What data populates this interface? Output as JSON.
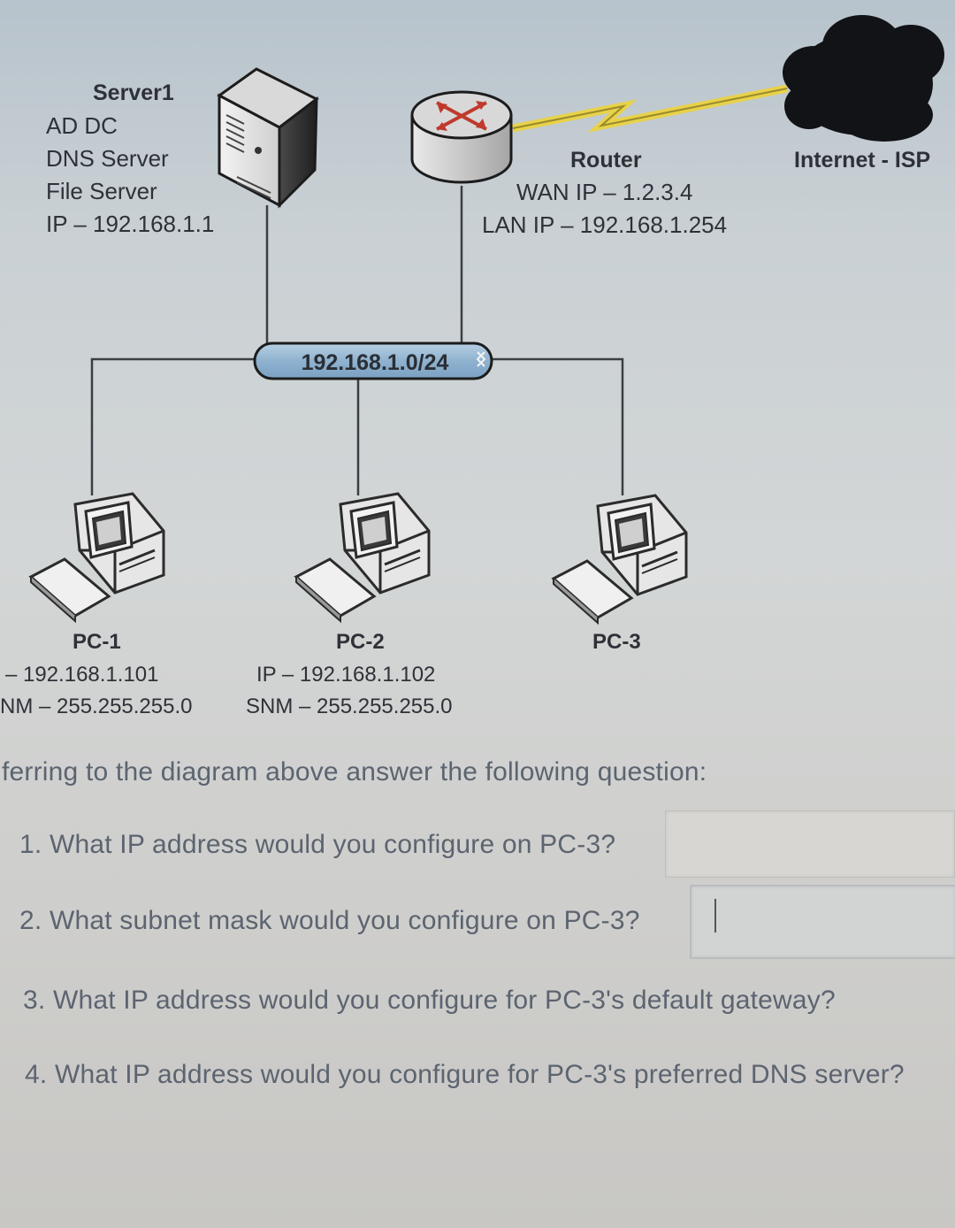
{
  "server": {
    "name": "Server1",
    "roles": [
      "AD DC",
      "DNS Server",
      "File Server"
    ],
    "ip": "IP – 192.168.1.1"
  },
  "router": {
    "name": "Router",
    "wan_ip": "WAN IP – 1.2.3.4",
    "lan_ip": "LAN IP – 192.168.1.254"
  },
  "internet": {
    "label": "Internet - ISP"
  },
  "switch": {
    "label": "192.168.1.0/24"
  },
  "pcs": [
    {
      "name": "PC-1",
      "ip": "– 192.168.1.101",
      "snm": "NM – 255.255.255.0"
    },
    {
      "name": "PC-2",
      "ip": "IP – 192.168.1.102",
      "snm": "SNM – 255.255.255.0"
    },
    {
      "name": "PC-3"
    }
  ],
  "prompt": "ferring to the diagram above answer the following question:",
  "questions": [
    "1. What IP address would you configure on PC-3?",
    "2. What subnet mask would you configure on PC-3?",
    "3. What IP address would you configure for PC-3's default gateway?",
    "4. What IP address would you configure for PC-3's preferred DNS server?"
  ],
  "colors": {
    "wire": "#3b3e44",
    "wan_link": "#e8d24a",
    "switch_fill": "#8fb2cf",
    "cloud": "#121316"
  }
}
